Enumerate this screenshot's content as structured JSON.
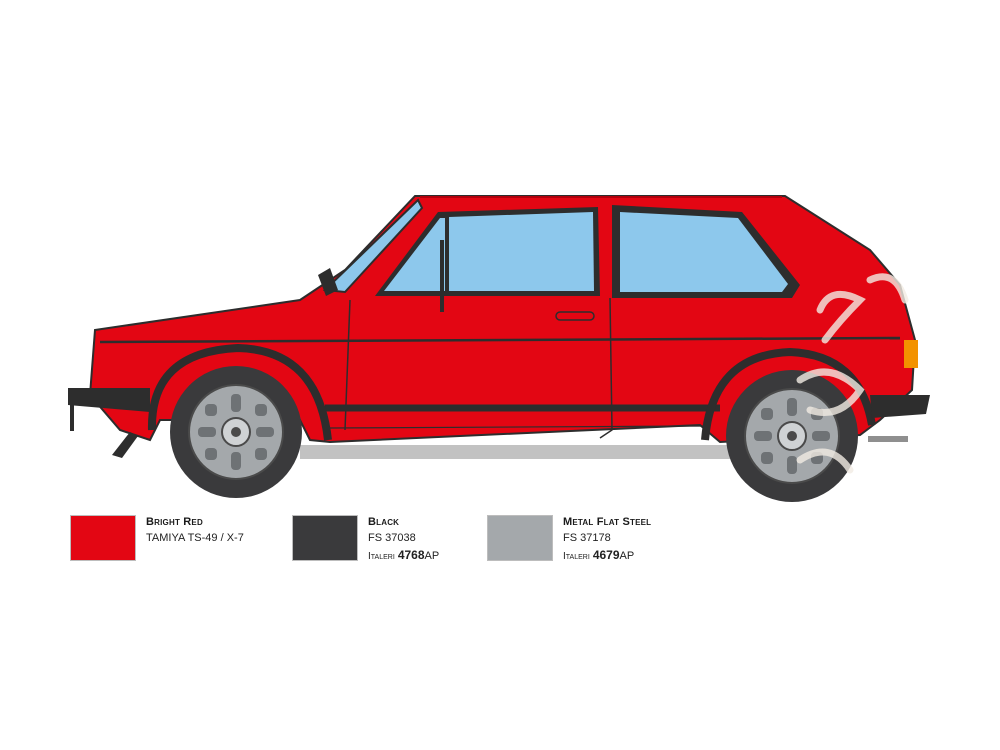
{
  "colors": {
    "body_red": "#e30613",
    "trim_black": "#2d2d2d",
    "glass_blue": "#8dc8ec",
    "wheel_steel": "#a4a8ab",
    "tire_dark": "#3a3a3c",
    "indicator_orange": "#f39200",
    "watermark": "#f2ece4"
  },
  "color_key": [
    {
      "name": "Bright Red",
      "line1": "TAMIYA TS-49 / X-7",
      "line2_brand": "",
      "line2_code": "",
      "line2_suffix": "",
      "swatch": "#e30613"
    },
    {
      "name": "Black",
      "line1": "FS 37038",
      "line2_brand": "Italeri",
      "line2_code": "4768",
      "line2_suffix": "AP",
      "swatch": "#3a3a3c"
    },
    {
      "name": "Metal Flat Steel",
      "line1": "FS 37178",
      "line2_brand": "Italeri",
      "line2_code": "4679",
      "line2_suffix": "AP",
      "swatch": "#a4a8ab"
    }
  ]
}
